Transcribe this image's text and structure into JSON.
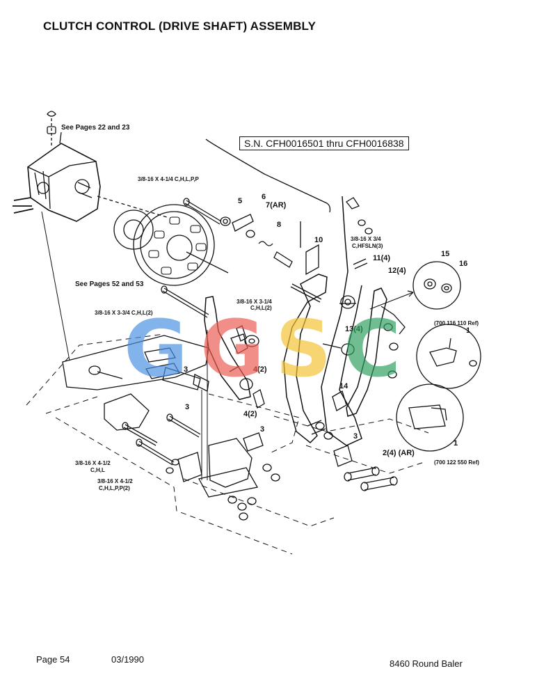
{
  "title": "CLUTCH CONTROL (DRIVE SHAFT) ASSEMBLY",
  "serial_range": "S.N. CFH0016501 thru CFH0016838",
  "footer": {
    "page": "Page 54",
    "date": "03/1990",
    "model": "8460 Round Baler"
  },
  "watermark": {
    "letters": [
      "G",
      "G",
      "S",
      "C"
    ],
    "colors": [
      "#4a90e2",
      "#ea5a4f",
      "#f2c230",
      "#2e9e5e"
    ]
  },
  "callouts": {
    "see_22_23": "See Pages 22 and 23",
    "see_52_53": "See Pages 52 and 53",
    "bolt_a": "3/8-16 X 4-1/4 C,H,L,P,P",
    "bolt_b": "3/8-16 X 3-3/4 C,H,L(2)",
    "bolt_c": "3/8-16 X 3-1/4",
    "bolt_c2": "C,H,L(2)",
    "bolt_d": "3/8-16 X 3/4",
    "bolt_d2": "C,HFSLN(3)",
    "bolt_e": "3/8-16 X 4-1/2",
    "bolt_e2": "C,H,L",
    "bolt_f": "3/8-16 X 4-1/2",
    "bolt_f2": "C,H,L,P,P(2)",
    "ref_1": "(700 116 110 Ref)",
    "ref_2": "(700 122 550 Ref)"
  },
  "part_numbers": {
    "p5": "5",
    "p6": "6",
    "p7": "7(AR)",
    "p8": "8",
    "p10": "10",
    "p11": "11(4)",
    "p12": "12(4)",
    "p13": "13(4)",
    "p14": "14",
    "p15": "15",
    "p16": "16",
    "p1a": "1",
    "p1b": "1",
    "p4a": "4(2)",
    "p4b": "4(2)",
    "p3a": "3",
    "p3b": "3",
    "p3c": "3",
    "p3d": "3",
    "p2": "2(4) (AR)"
  }
}
